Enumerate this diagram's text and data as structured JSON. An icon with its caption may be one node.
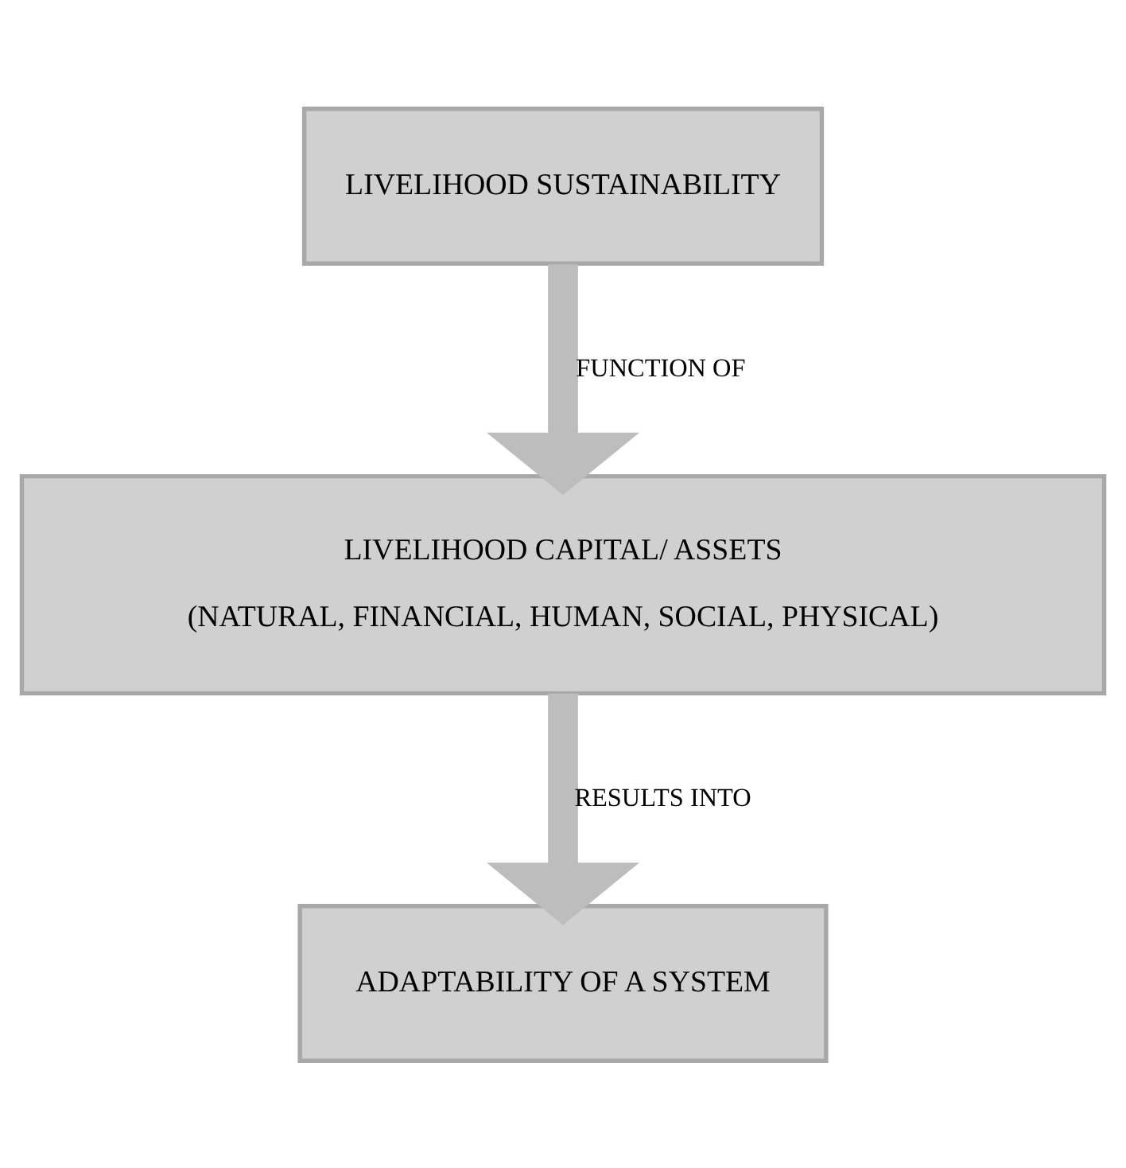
{
  "diagram": {
    "nodes": [
      {
        "text": [
          "LIVELIHOOD SUSTAINABILITY"
        ]
      },
      {
        "text": [
          "LIVELIHOOD CAPITAL/ ASSETS",
          "(NATURAL, FINANCIAL, HUMAN, SOCIAL, PHYSICAL)"
        ]
      },
      {
        "text": [
          "ADAPTABILITY OF A SYSTEM"
        ]
      }
    ],
    "edges": [
      {
        "from": 0,
        "to": 1,
        "arrow": "to",
        "label": "FUNCTION OF"
      },
      {
        "from": 1,
        "to": 2,
        "arrow": "to",
        "label": "RESULTS INTO"
      }
    ]
  }
}
